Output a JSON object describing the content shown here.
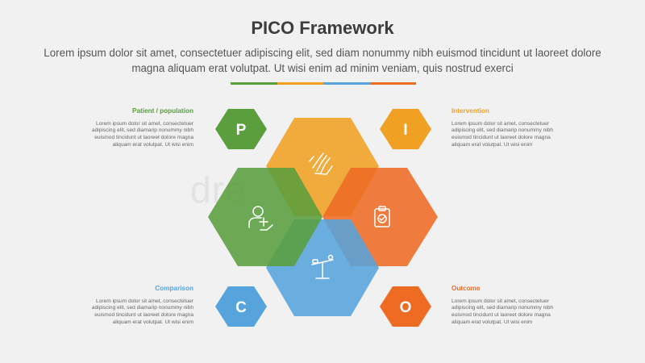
{
  "title": "PICO Framework",
  "subtitle": "Lorem ipsum dolor sit amet, consectetuer adipiscing elit, sed diam nonummy nibh euismod tincidunt ut laoreet dolore magna aliquam erat volutpat. Ut wisi enim ad minim veniam, quis nostrud exerci",
  "watermark": "dre",
  "colors": {
    "green": "#5a9e3e",
    "orange": "#f0a023",
    "red": "#ee6b24",
    "blue": "#57a3dc"
  },
  "items": [
    {
      "letter": "P",
      "title": "Patient / population",
      "text": "Lorem ipsum dolor sit amet, consectetuer adipiscing elit, sed diamarip nonummy nibh euismod tincidunt ut laoreet dolore magna aliquam erat volutpat. Ut wisi enim",
      "color": "#5a9e3e",
      "icon": "add-user-icon"
    },
    {
      "letter": "I",
      "title": "Intervention",
      "text": "Lorem ipsum dolor sit amet, consectetuer adipiscing elit, sed diamarip nonummy nibh euismod tincidunt ut laoreet dolore magna aliquam erat volutpat. Ut wisi enim",
      "color": "#f0a023",
      "icon": "hand-care-icon"
    },
    {
      "letter": "C",
      "title": "Comparison",
      "text": "Lorem ipsum dolor sit amet, consectetuer adipiscing elit, sed diamarip nonummy nibh euismod tincidunt ut laoreet dolore magna aliquam erat volutpat. Ut wisi enim",
      "color": "#57a3dc",
      "icon": "balance-scale-icon"
    },
    {
      "letter": "O",
      "title": "Outcome",
      "text": "Lorem ipsum dolor sit amet, consectetuer adipiscing elit, sed diamarip nonummy nibh euismod tincidunt ut laoreet dolore magna aliquam erat volutpat. Ut wisi enim",
      "color": "#ee6b24",
      "icon": "clipboard-check-icon"
    }
  ]
}
